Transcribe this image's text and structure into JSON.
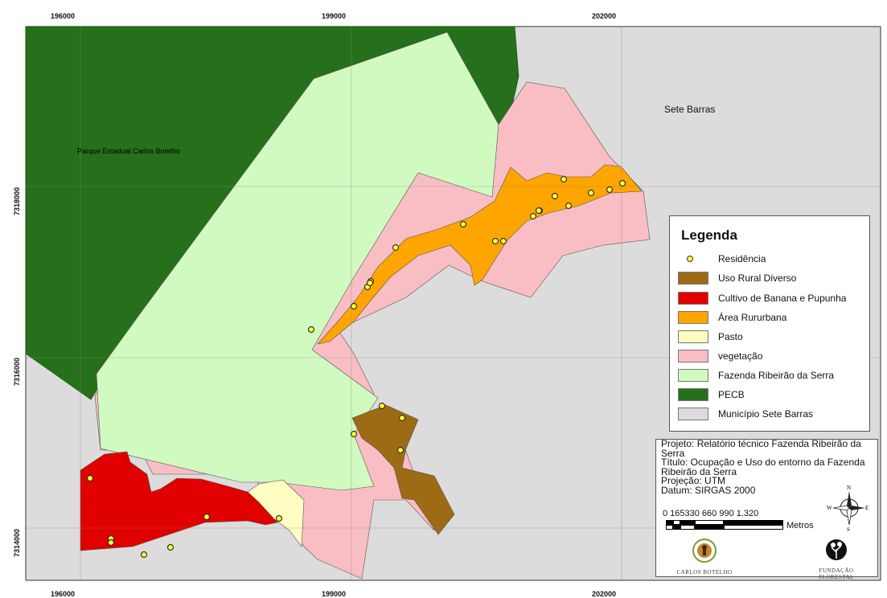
{
  "map": {
    "x_ticks": [
      "196000",
      "199000",
      "202000"
    ],
    "y_ticks": [
      "7318000",
      "7316000",
      "7314000"
    ],
    "tick_suffix": "000000",
    "labels": {
      "sete_barras": "Sete Barras",
      "parque": "Parque Estadual Carlos Botelho"
    },
    "residence_count": 29,
    "colors": {
      "municipio": "#dcdcdc",
      "pecb": "#27701b",
      "fazenda": "#d1fac0",
      "vegetacao": "#f9bec4",
      "pasto": "#fffdc2",
      "rururbana": "#ffa500",
      "cultivo": "#e00000",
      "uso_rural": "#9c6b14",
      "residencia": "#ffff33"
    }
  },
  "legend": {
    "title": "Legenda",
    "items": [
      {
        "label": "Residência",
        "color": "#ffff33",
        "kind": "point"
      },
      {
        "label": "Uso Rural Diverso",
        "color": "#9c6b14",
        "kind": "area"
      },
      {
        "label": "Cultivo de Banana e Pupunha",
        "color": "#e00000",
        "kind": "area"
      },
      {
        "label": "Área Rururbana",
        "color": "#ffa500",
        "kind": "area"
      },
      {
        "label": "Pasto",
        "color": "#fffdc2",
        "kind": "area"
      },
      {
        "label": "vegetação",
        "color": "#f9bec4",
        "kind": "area"
      },
      {
        "label": "Fazenda Ribeirão da Serra",
        "color": "#d1fac0",
        "kind": "area"
      },
      {
        "label": "PECB",
        "color": "#27701b",
        "kind": "area"
      },
      {
        "label": "Município Sete Barras",
        "color": "#dcdcdc",
        "kind": "area"
      }
    ]
  },
  "info": {
    "projeto": "Projeto: Relatório técnico Fazenda Ribeirão da Serra",
    "titulo": "Título: Ocupação e Uso do entorno da Fazenda Ribeirão da Serra",
    "projecao": "Projeção: UTM",
    "datum": "Datum: SIRGAS 2000",
    "scale_labels": "0 165330   660   990  1.320",
    "scale_unit": "Metros",
    "logo_left": "CARLOS BOTELHO",
    "logo_right": "FUNDAÇÃO FLORESTAL",
    "compass": {
      "n": "N",
      "s": "S",
      "e": "E",
      "w": "W"
    }
  }
}
